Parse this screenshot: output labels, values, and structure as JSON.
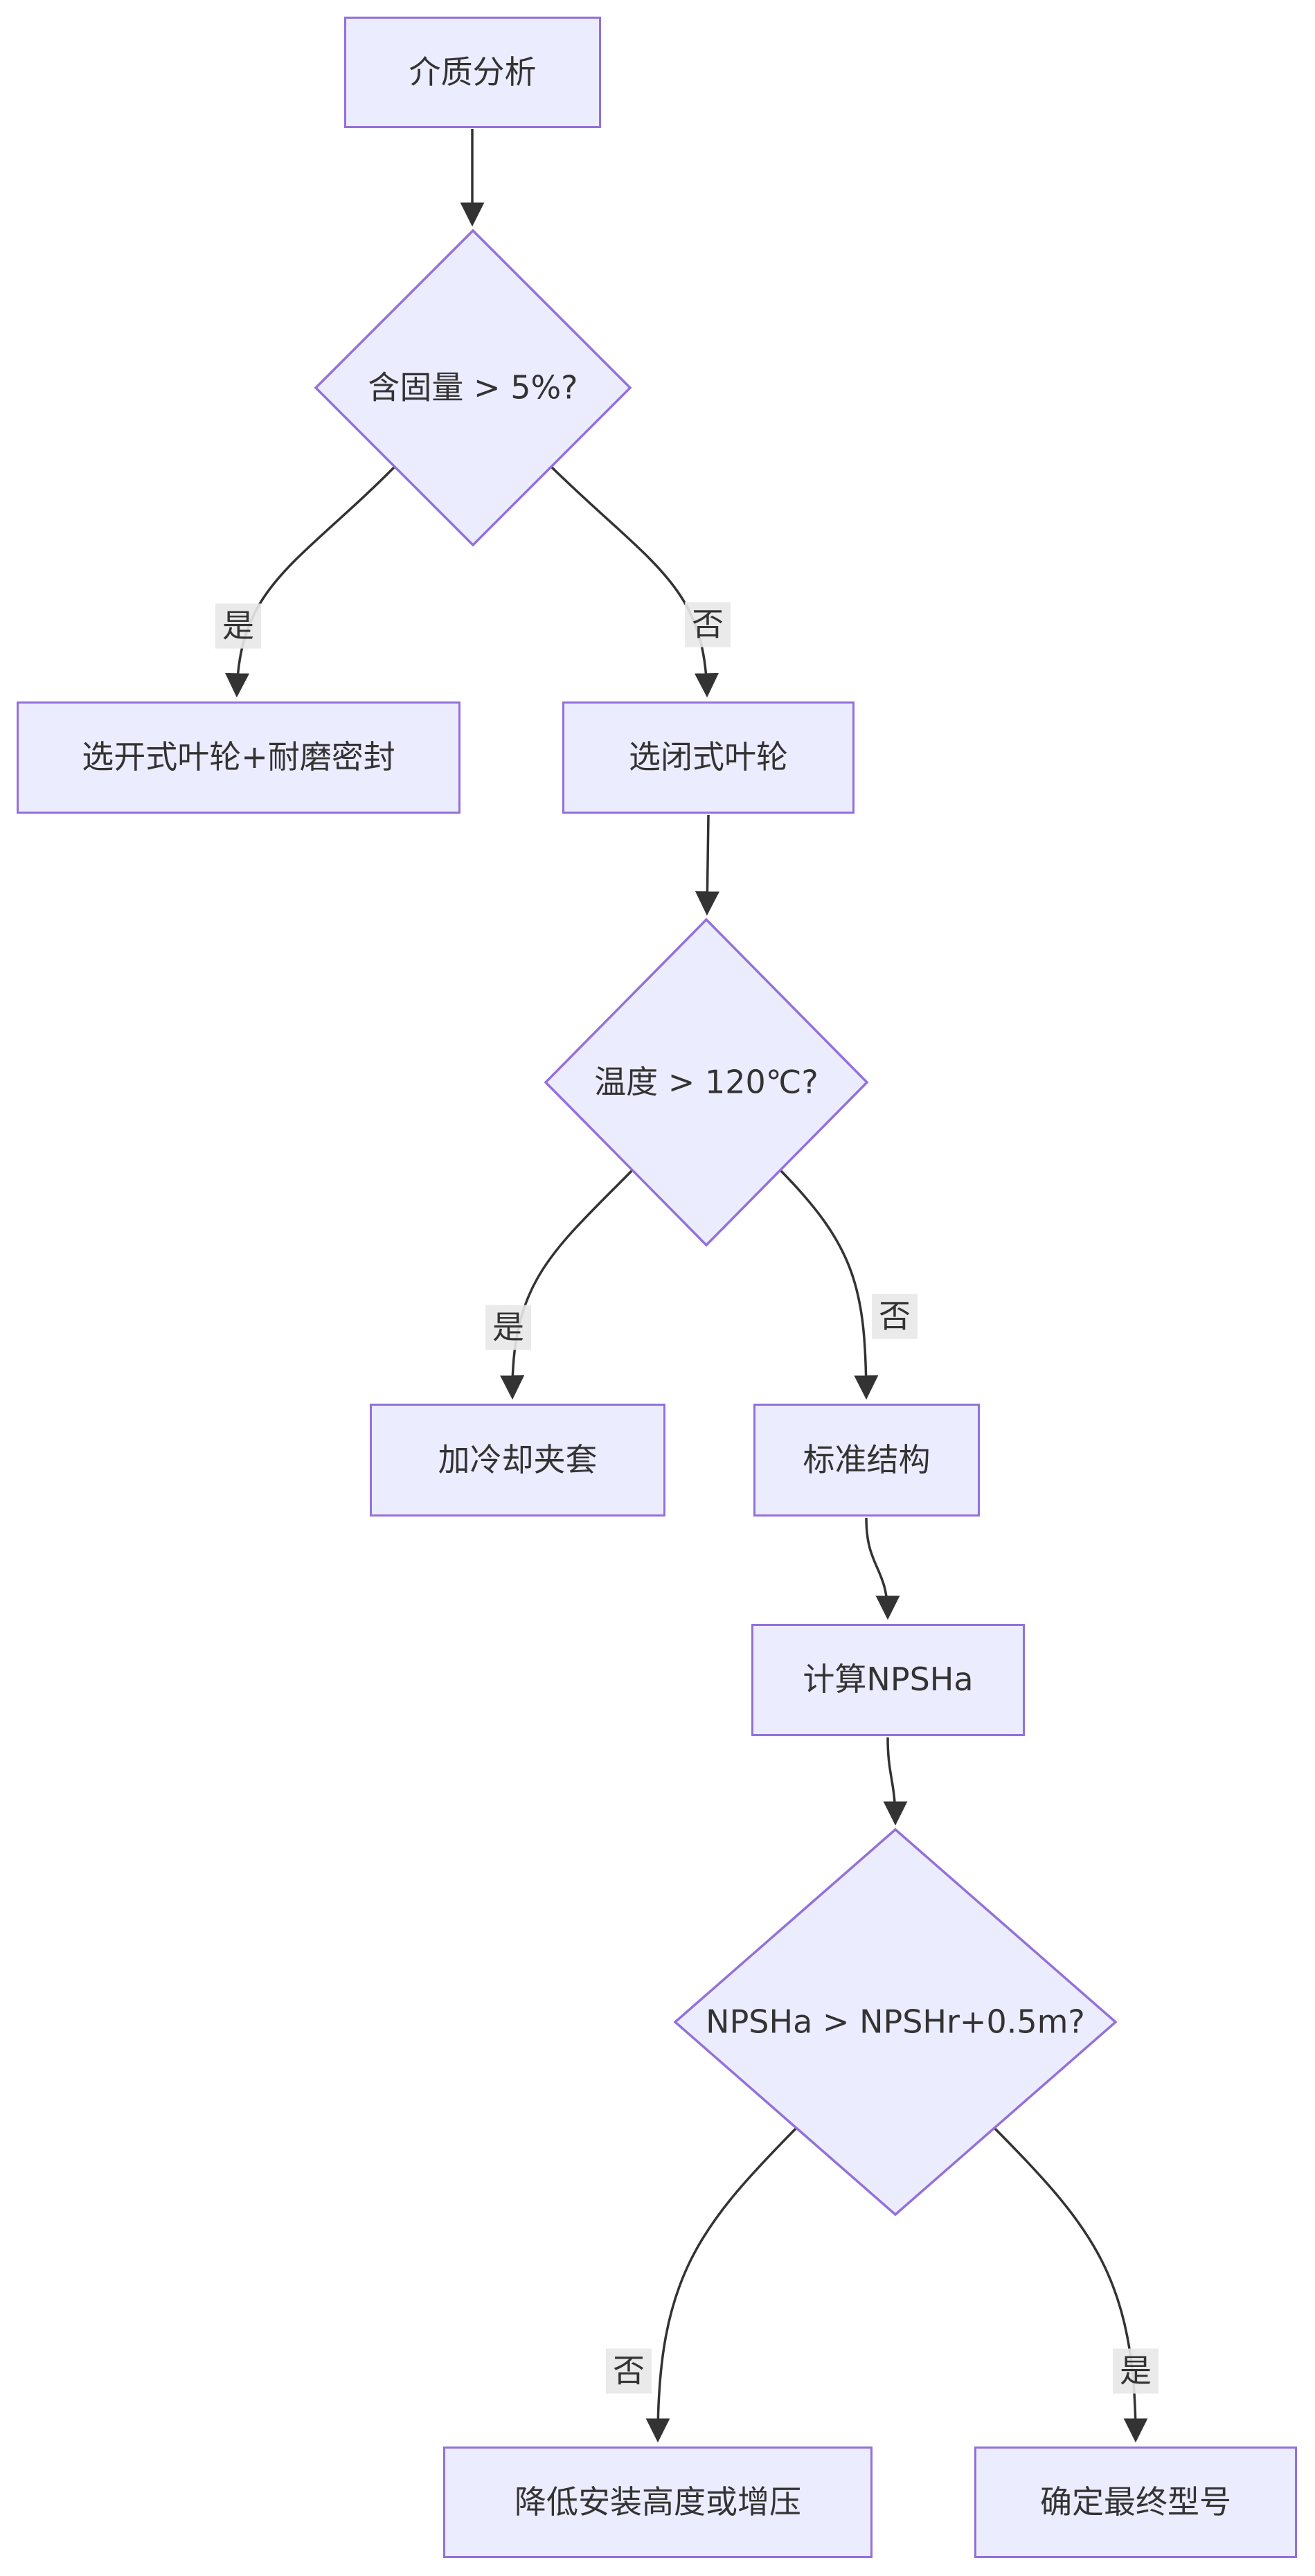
{
  "diagram": {
    "type": "flowchart",
    "direction": "top-down",
    "colors": {
      "node_fill": "#ECECFF",
      "node_border": "#9370DB",
      "edge": "#333333",
      "text": "#333333",
      "label_bg": "#e8e8e8",
      "background": "#ffffff"
    },
    "nodes": [
      {
        "id": "A",
        "shape": "rect",
        "label": "介质分析"
      },
      {
        "id": "B",
        "shape": "diamond",
        "label": "含固量 > 5%?"
      },
      {
        "id": "C",
        "shape": "rect",
        "label": "选开式叶轮+耐磨密封"
      },
      {
        "id": "D",
        "shape": "rect",
        "label": "选闭式叶轮"
      },
      {
        "id": "E",
        "shape": "diamond",
        "label": "温度 > 120℃?"
      },
      {
        "id": "F",
        "shape": "rect",
        "label": "加冷却夹套"
      },
      {
        "id": "G",
        "shape": "rect",
        "label": "标准结构"
      },
      {
        "id": "H",
        "shape": "rect",
        "label": "计算NPSHa"
      },
      {
        "id": "I",
        "shape": "diamond",
        "label": "NPSHa > NPSHr+0.5m?"
      },
      {
        "id": "J",
        "shape": "rect",
        "label": "降低安装高度或增压"
      },
      {
        "id": "K",
        "shape": "rect",
        "label": "确定最终型号"
      }
    ],
    "edges": [
      {
        "from": "A",
        "to": "B",
        "label": ""
      },
      {
        "from": "B",
        "to": "C",
        "label": "是"
      },
      {
        "from": "B",
        "to": "D",
        "label": "否"
      },
      {
        "from": "D",
        "to": "E",
        "label": ""
      },
      {
        "from": "E",
        "to": "F",
        "label": "是"
      },
      {
        "from": "E",
        "to": "G",
        "label": "否"
      },
      {
        "from": "G",
        "to": "H",
        "label": ""
      },
      {
        "from": "H",
        "to": "I",
        "label": ""
      },
      {
        "from": "I",
        "to": "J",
        "label": "否"
      },
      {
        "from": "I",
        "to": "K",
        "label": "是"
      }
    ]
  }
}
